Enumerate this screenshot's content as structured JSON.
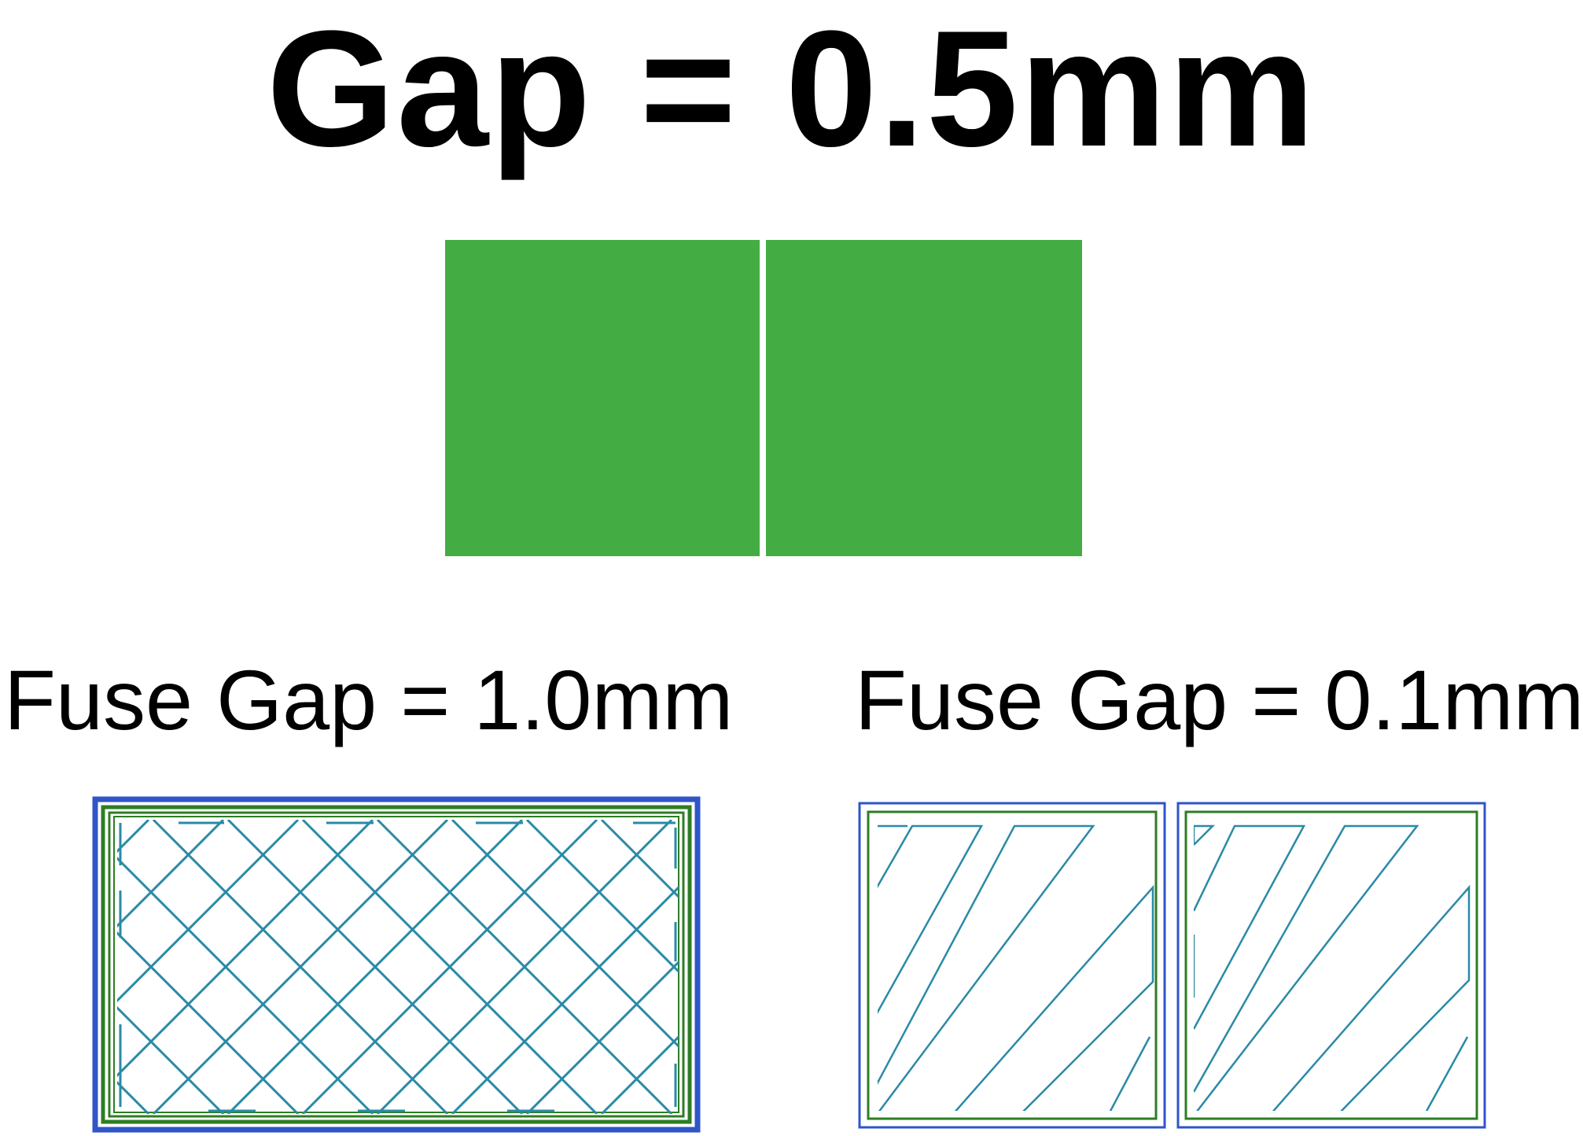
{
  "title": "Gap = 0.5mm",
  "panels": {
    "left": {
      "caption": "Fuse Gap = 1.0mm",
      "result": "fused single outline with crosshatch infill"
    },
    "right": {
      "caption": "Fuse Gap = 0.1mm",
      "result": "two separate outlines with diagonal infill"
    }
  },
  "colors": {
    "solid_fill": "#43ad43",
    "outer_perimeter": "#2f55c9",
    "inner_perimeter": "#2e7d24",
    "infill": "#2a8aa6",
    "background": "#ffffff"
  }
}
